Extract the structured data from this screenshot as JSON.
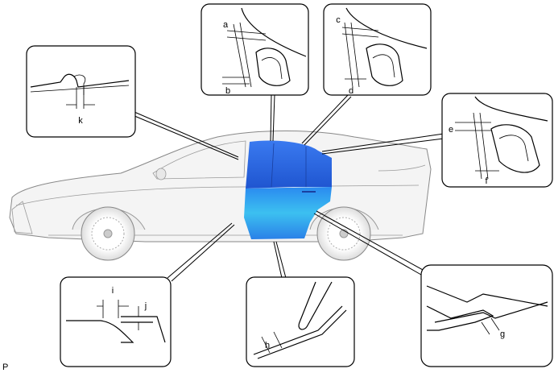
{
  "diagram": {
    "highlight_color": "#2a6de0",
    "highlight_light_color": "#3cc0f0",
    "figure_code": "P",
    "callouts": {
      "top_left": {
        "labels": [
          "k"
        ]
      },
      "top_center": {
        "labels": [
          "a",
          "b"
        ]
      },
      "top_right": {
        "labels": [
          "c",
          "d"
        ]
      },
      "right": {
        "labels": [
          "e",
          "f"
        ]
      },
      "bottom_left": {
        "labels": [
          "i",
          "j"
        ]
      },
      "bottom_center": {
        "labels": [
          "h"
        ]
      },
      "bottom_right": {
        "labels": [
          "g"
        ]
      }
    }
  }
}
